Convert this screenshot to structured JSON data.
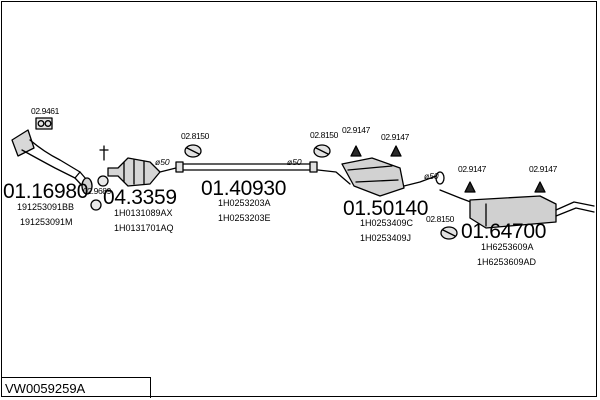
{
  "diagram_code": "VW0059259A",
  "parts": [
    {
      "number": "01.16980",
      "refs": [
        "191253091BB",
        "191253091M"
      ]
    },
    {
      "number": "04.3359",
      "refs": [
        "1H0131089AX",
        "1H0131701AQ"
      ]
    },
    {
      "number": "01.40930",
      "refs": [
        "1H0253203A",
        "1H0253203E"
      ]
    },
    {
      "number": "01.50140",
      "refs": [
        "1H0253409C",
        "1H0253409J"
      ]
    },
    {
      "number": "01.64700",
      "refs": [
        "1H6253609A",
        "1H6253609AD"
      ]
    }
  ],
  "fittings": {
    "gasket_top": "02.9461",
    "gasket_mid": "02.9689",
    "clamp_1": "02.8150",
    "clamp_2": "02.8150",
    "clamp_3": "02.8150",
    "hanger_1": "02.9147",
    "hanger_2": "02.9147",
    "hanger_3": "02.9147",
    "hanger_4": "02.9147"
  },
  "diameters": {
    "d1": "50",
    "d2": "50",
    "d3": "50"
  },
  "diameter_symbol": "ø"
}
